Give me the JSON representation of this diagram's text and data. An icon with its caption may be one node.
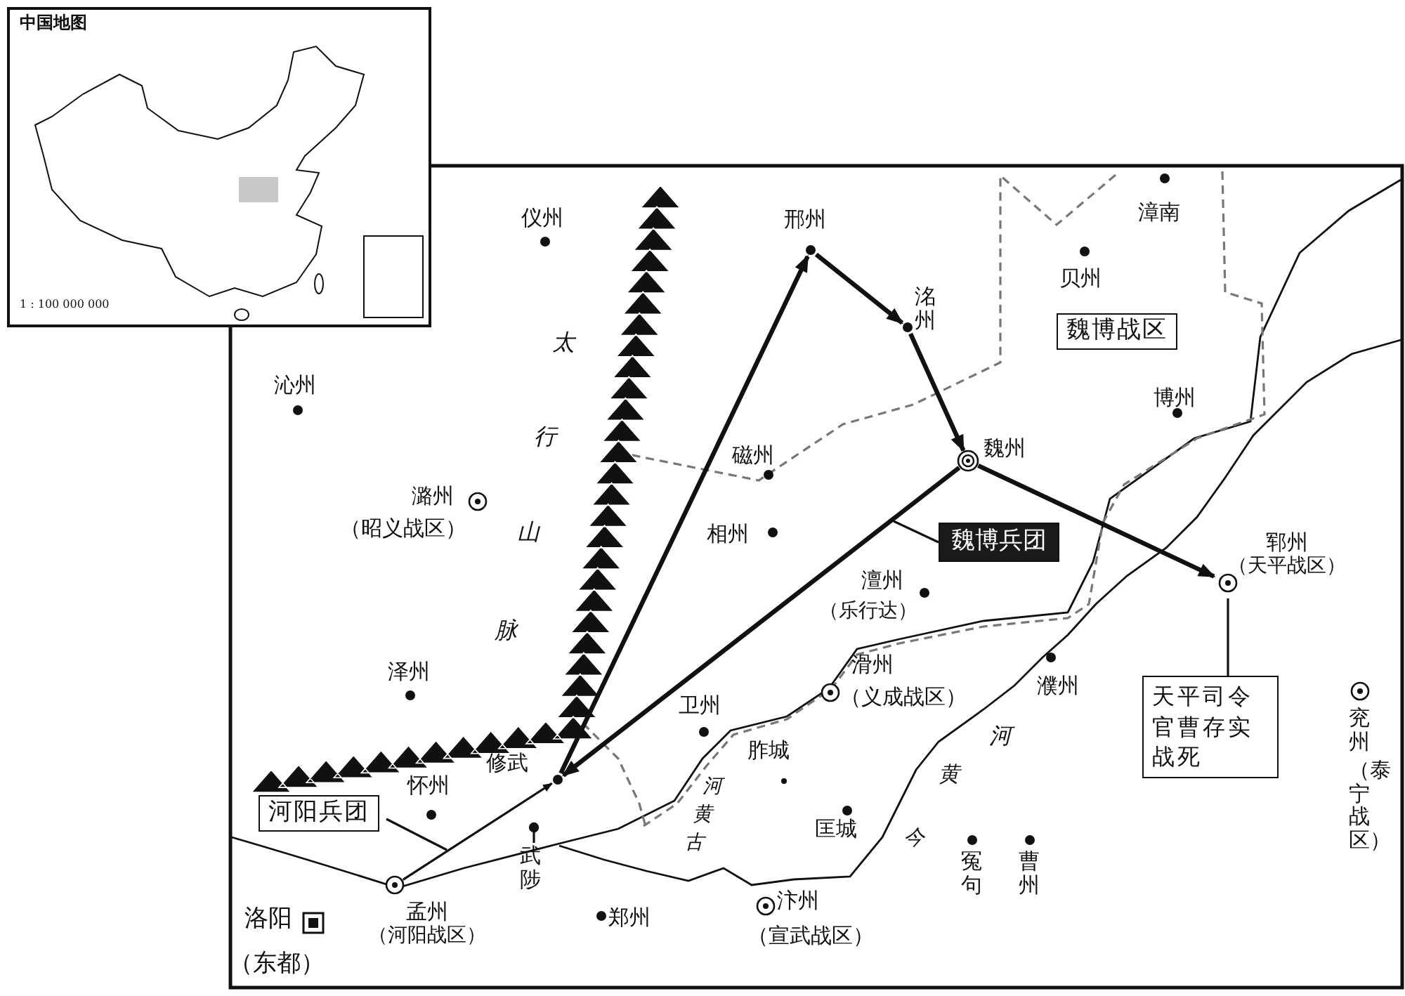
{
  "diagram": {
    "nodes": [
      {
        "text": [
          "邢州"
        ]
      },
      {
        "text": [
          "洺州"
        ]
      },
      {
        "text": [
          "魏州"
        ]
      },
      {
        "text": [
          "修武"
        ]
      },
      {
        "text": [
          "孟州",
          "（河阳战区）"
        ]
      },
      {
        "text": [
          "郓州",
          "（天平战区）"
        ]
      },
      {
        "text": [
          "河阳兵团"
        ]
      },
      {
        "text": [
          "魏博兵团"
        ]
      },
      {
        "text": [
          "天平司令官曹存实战死"
        ]
      },
      {
        "text": [
          "魏博战区"
        ]
      },
      {
        "text": [
          "武陟"
        ]
      }
    ],
    "edges": [
      {
        "from": 4,
        "to": 3,
        "arrow": "to"
      },
      {
        "from": 3,
        "to": 0,
        "arrow": "to",
        "style": "thick"
      },
      {
        "from": 0,
        "to": 1,
        "arrow": "to",
        "style": "thick"
      },
      {
        "from": 1,
        "to": 2,
        "arrow": "to",
        "style": "thick"
      },
      {
        "from": 2,
        "to": 3,
        "arrow": "to",
        "style": "thick"
      },
      {
        "from": 2,
        "to": 5,
        "arrow": "to",
        "style": "thick"
      },
      {
        "from": 6,
        "to": null,
        "arrow": "none"
      },
      {
        "from": 7,
        "to": null,
        "arrow": "none"
      },
      {
        "from": 8,
        "to": 5,
        "arrow": "none"
      },
      {
        "from": 10,
        "to": null,
        "arrow": "other"
      }
    ],
    "labels": [
      "中国地图",
      "1 : 100 000 000",
      "仪州",
      "漳南",
      "贝州",
      "太",
      "沁州",
      "博州",
      "行",
      "磁州",
      "潞州",
      "（昭义战区）",
      "山",
      "相州",
      "澶州",
      "（乐行达）",
      "脉",
      "滑州",
      "泽州",
      "濮州",
      "（义成战区）",
      "卫州",
      "兖州",
      "（泰宁战区）",
      "河",
      "胙城",
      "河",
      "黄",
      "黄",
      "怀州",
      "古",
      "匡城",
      "今",
      "冤句",
      "曹州",
      "汴州",
      "郑州",
      "洛阳",
      "（宣武战区）",
      "（东都）"
    ]
  }
}
